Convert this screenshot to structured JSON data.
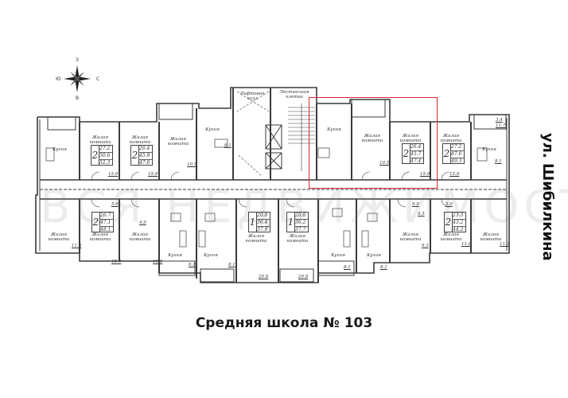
{
  "title": "Средняя школа № 103",
  "street_label": "ул. Шибилкина",
  "watermark": "ВСЯ НЕДВИЖИМОСТЬ",
  "compass": {
    "north": "З",
    "south": "В",
    "west": "Ю",
    "east": "С"
  },
  "highlight_color": "#d42a2f",
  "room_labels": {
    "living": "Жилая комната",
    "kitchen": "Кухня",
    "stair": "Лестничная клетка",
    "elevator": "Лифтовой холл"
  },
  "apartments_top": [
    {
      "rooms": "2",
      "areas": [
        "27.2",
        "50.6",
        "52.3"
      ]
    },
    {
      "rooms": "2",
      "areas": [
        "26.4",
        "45.9",
        "47.6"
      ]
    },
    {
      "rooms": "2",
      "areas": [
        "26.4",
        "45.7",
        "47.4"
      ]
    },
    {
      "rooms": "2",
      "areas": [
        "27.2",
        "47.6",
        "49.3"
      ]
    }
  ],
  "apartments_bottom": [
    {
      "rooms": "2",
      "areas": [
        "26.7",
        "47.1",
        "48.1"
      ]
    },
    {
      "rooms": "1",
      "areas": [
        "20.8",
        "36.4",
        "37.9"
      ]
    },
    {
      "rooms": "1",
      "areas": [
        "20.8",
        "36.2",
        "37.7"
      ]
    },
    {
      "rooms": "2",
      "areas": [
        "23.3",
        "43.2",
        "44.2"
      ]
    }
  ],
  "dimensions": {
    "top": [
      "15.9",
      "15.9",
      "10.5",
      "8.1",
      "10.5",
      "15.9",
      "15.9",
      "8.1",
      "3.4",
      "11.7"
    ],
    "bottom": [
      "11.3",
      "15.9",
      "10.8",
      "4.9",
      "5.0",
      "8.1",
      "8.1",
      "20.8",
      "20.8",
      "8.1",
      "8.1",
      "9.3",
      "11.0",
      "11.3",
      "5.0",
      "9.9",
      "4.5"
    ]
  }
}
